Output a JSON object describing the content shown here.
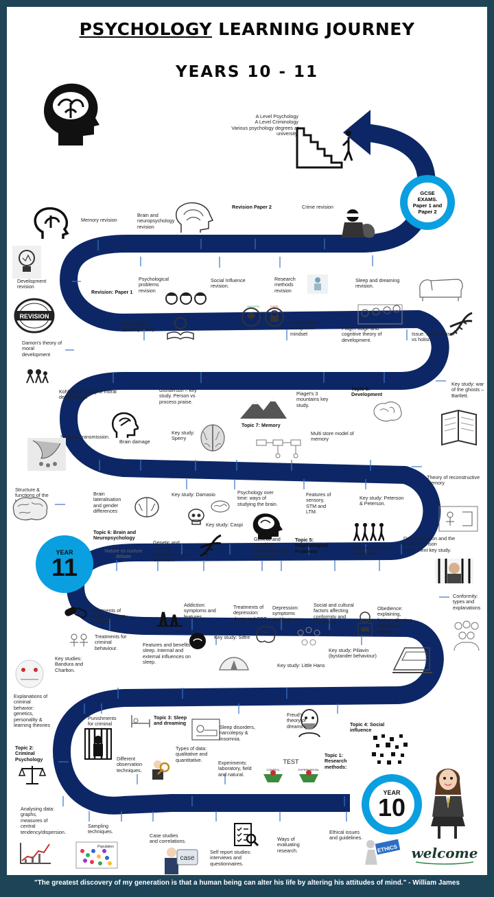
{
  "header": {
    "title_part1": "PSYCHOLOGY",
    "title_part2": "LEARNING JOURNEY",
    "subtitle": "YEARS 10 - 11"
  },
  "badges": {
    "gcse": "GCSE EXAMS. Paper 1 and Paper 2",
    "year11_label": "YEAR",
    "year11_number": "11",
    "year10_label": "YEAR",
    "year10_number": "10"
  },
  "future": "A Level Psychology\nA Level Criminology\nVarious psychology degrees at university.",
  "labels": {
    "memory_revision": "Memory revision",
    "brain_neuro_revision": "Brain and neuropsychology revision",
    "revision_paper2": "Revision Paper 2",
    "crime_revision": "Crime revision",
    "development_revision": "Development revision",
    "revision_paper1": "Revision: Paper 1",
    "psych_problems_revision": "Psychological problems revision",
    "social_influence_revision": "Social Influence revision.",
    "research_methods_revision": "Research methods revision",
    "sleep_dreaming_revision": "Sleep and dreaming revision.",
    "willingham": "Willingham's learning theory",
    "dweck": "Dweck: Fixed and growth mindset",
    "piaget_stage": "Piaget stage and cognitive theory of development.",
    "issue_reductionism": "Issue: reductionism vs holism",
    "damon": "Damon's theory of moral development",
    "kohlberg": "Kohlberg's theory of moral development",
    "gunderson": "Gunderson – key study. Person vs process praise.",
    "piaget_mountains": "Piaget's 3 mountains key study.",
    "topic8": "Topic 8: Development",
    "war_ghosts": "Key study: war of the ghosts – Bartlett.",
    "synaptic": "Synaptic transmission.",
    "brain_damage": "Brain damage",
    "sperry": "Key study: Sperry",
    "topic7": "Topic 7: Memory",
    "multi_store": "Multi store model of memory",
    "reconstructive": "Theory of reconstructive memory",
    "structure_brain": "Structure & functions of the brain.",
    "lateralisation": "Brain lateralisation and gender differences",
    "damasio": "Key study: Damasio",
    "psych_over_time": "Psychology over time: ways of studying the brain.",
    "features_memory": "Features of sensory, STM and LTM.",
    "peterson": "Key study: Peterson & Peterson.",
    "topic6": "Topic 6: Brain and Neuropsychology",
    "caspi": "Key study: Caspi",
    "nature_nurture": "Nature vs nurture debate",
    "genetic_addiction": "Genetic and learning explanations of addiction.",
    "genetic_depression": "Genetic and cognitive explanations of depression.",
    "topic5": "Topic 5: Psychological Problems",
    "blind_obedience": "Preventing blind obedience.",
    "deindividuation": "Deindividuation and the Stanford prison experiment key study.",
    "treat_addiction": "Treatments of addiction: drugs and CBT.",
    "addiction_symptoms": "Addiction: symptoms and features.",
    "treat_depression": "Treatments of depression: drugs and CBT.",
    "depression_symptoms": "Depression: symptoms and features.",
    "social_cultural": "Social and cultural factors affecting conformity and obedience.",
    "obedience": "Obedience: explaining, factors affecting obedience, Milgram.",
    "conformity": "Conformity: types and explanations",
    "treat_criminal": "Treatments for criminal behaviour.",
    "features_sleep": "Features and benefits of sleep. Internal and external influences on sleep.",
    "siffre": "Key study: Siffre",
    "piliavin": "Key study: Piliavin (bystander behaviour)",
    "bandura": "Key studies: Bandura and Charlton.",
    "little_hans": "Key study: Little Hans",
    "explanations_criminal": "Explanations of criminal behavior: genetics, personality & learning theories",
    "punishments": "Punishments for criminal behaviour.",
    "topic3": "Topic 3: Sleep and dreaming",
    "sleep_disorders": "Sleep disorders, narcolepsy & insomnia.",
    "freud": "Freud's theory of dreaming.",
    "topic4": "Topic 4: Social influence",
    "topic2": "Topic 2: Criminal Psychology",
    "observation": "Different observation techniques.",
    "types_data": "Types of data: qualitative and quantitative.",
    "experiments": "Experiments: laboratory, field and natural.",
    "topic1": "Topic 1: Research methods:",
    "analysing_data": "Analysing data: graphs, measures of central tendency/dispersion.",
    "sampling": "Sampling techniques.",
    "case_studies": "Case studies and correlations.",
    "self_report": "Self report studies: interviews and questionnaires.",
    "ways_evaluating": "Ways of evaluating research.",
    "ethical": "Ethical issues and guidelines."
  },
  "image_text": {
    "revision_stamp": "REVISION",
    "test_sign": "TEST",
    "control_sign": "CONTROL",
    "experimental_sign": "EXPERIMENTAL",
    "case_icon": "case",
    "ethics_icon": "ETHICS",
    "population": "Population",
    "welcome": "welcome"
  },
  "quote": "\"The greatest discovery of my generation is that a human being can alter his life by altering his attitudes of mind.\" - William James",
  "colors": {
    "frame": "#1e4458",
    "road": "#0d2766",
    "badge": "#0a9fe0"
  }
}
